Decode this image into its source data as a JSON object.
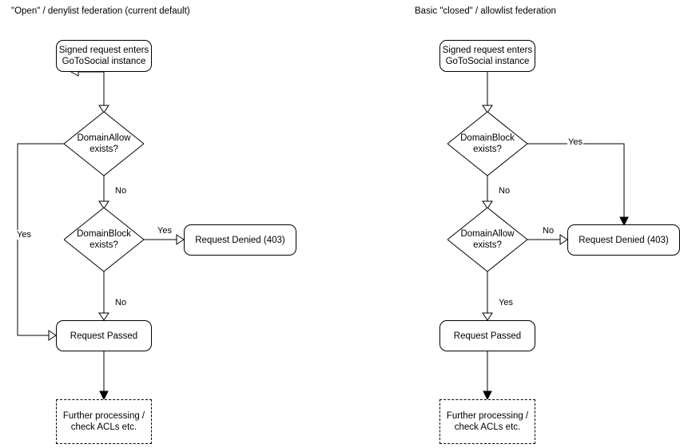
{
  "diagram": {
    "type": "flowchart",
    "columns": [
      {
        "id": "open",
        "title": "\"Open\" / denylist federation (current default)",
        "nodes": [
          {
            "id": "l-start",
            "shape": "rounded-rect",
            "label": "Signed request enters\nGoToSocial instance",
            "line1": "Signed request enters",
            "line2": "GoToSocial instance"
          },
          {
            "id": "l-d1",
            "shape": "diamond",
            "line1": "DomainAllow",
            "line2": "exists?"
          },
          {
            "id": "l-d2",
            "shape": "diamond",
            "line1": "DomainBlock",
            "line2": "exists?"
          },
          {
            "id": "l-denied",
            "shape": "rounded-rect",
            "line1": "Request Denied (403)"
          },
          {
            "id": "l-passed",
            "shape": "rounded-rect",
            "line1": "Request Passed"
          },
          {
            "id": "l-further",
            "shape": "dashed-rect",
            "line1": "Further processing /",
            "line2": "check ACLs etc."
          }
        ],
        "edges": [
          {
            "from": "l-start",
            "to": "l-d1",
            "label": ""
          },
          {
            "from": "l-d1",
            "to": "l-passed",
            "label": "Yes"
          },
          {
            "from": "l-d1",
            "to": "l-d2",
            "label": "No"
          },
          {
            "from": "l-d2",
            "to": "l-denied",
            "label": "Yes"
          },
          {
            "from": "l-d2",
            "to": "l-passed",
            "label": "No"
          },
          {
            "from": "l-passed",
            "to": "l-further",
            "label": ""
          }
        ]
      },
      {
        "id": "closed",
        "title": "Basic \"closed\" / allowlist federation",
        "nodes": [
          {
            "id": "r-start",
            "shape": "rounded-rect",
            "line1": "Signed request enters",
            "line2": "GoToSocial instance"
          },
          {
            "id": "r-d1",
            "shape": "diamond",
            "line1": "DomainBlock",
            "line2": "exists?"
          },
          {
            "id": "r-d2",
            "shape": "diamond",
            "line1": "DomainAllow",
            "line2": "exists?"
          },
          {
            "id": "r-denied",
            "shape": "rounded-rect",
            "line1": "Request Denied (403)"
          },
          {
            "id": "r-passed",
            "shape": "rounded-rect",
            "line1": "Request Passed"
          },
          {
            "id": "r-further",
            "shape": "dashed-rect",
            "line1": "Further processing /",
            "line2": "check ACLs etc."
          }
        ],
        "edges": [
          {
            "from": "r-start",
            "to": "r-d1",
            "label": ""
          },
          {
            "from": "r-d1",
            "to": "r-denied",
            "label": "Yes"
          },
          {
            "from": "r-d1",
            "to": "r-d2",
            "label": "No"
          },
          {
            "from": "r-d2",
            "to": "r-denied",
            "label": "No"
          },
          {
            "from": "r-d2",
            "to": "r-passed",
            "label": "Yes"
          },
          {
            "from": "r-passed",
            "to": "r-further",
            "label": ""
          }
        ]
      }
    ],
    "colors": {
      "stroke": "#000000",
      "fill": "#ffffff",
      "text": "#000000",
      "background": "#ffffff"
    }
  }
}
